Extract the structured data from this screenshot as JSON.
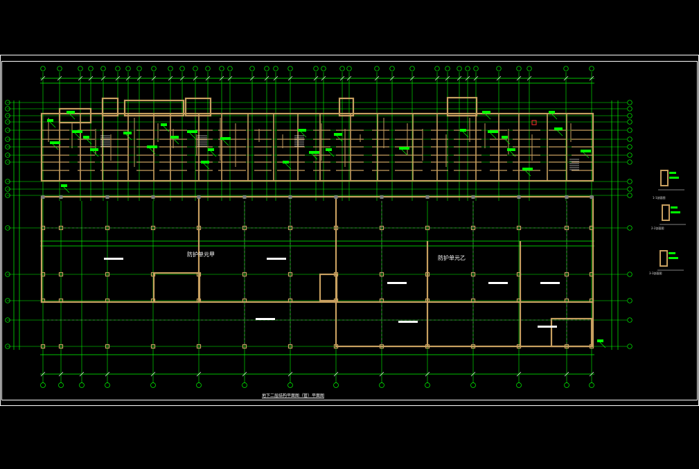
{
  "drawing": {
    "title": "地下二层结构平面图（管）平面图",
    "zone_labels": [
      "防护单元甲",
      "防护单元乙"
    ],
    "colors": {
      "background": "#000000",
      "frame": "#ffffff",
      "axis_grid": "#00ff00",
      "walls": "#c8a060",
      "columns": "#c8a060",
      "annotation": "#00ff00",
      "dimension_text": "#ffffff"
    },
    "legend_items": [
      {
        "caption": "1-1剖面图"
      },
      {
        "caption": "2-2剖面图"
      },
      {
        "caption": "3-3剖面图"
      }
    ]
  }
}
